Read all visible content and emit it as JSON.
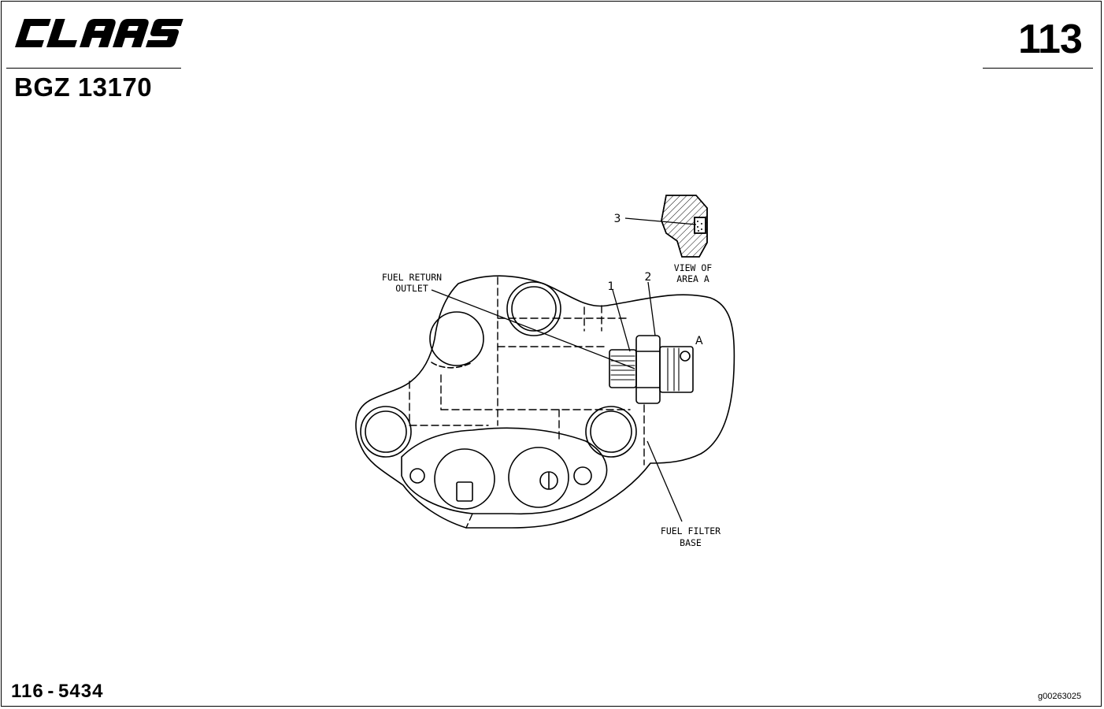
{
  "header": {
    "brand": "CLAAS",
    "model": "BGZ 13170",
    "page_number": "113"
  },
  "footer": {
    "part_number": "116 - 5434",
    "image_id": "g00263025"
  },
  "diagram": {
    "labels": {
      "fuel_return_outlet_line1": "FUEL RETURN",
      "fuel_return_outlet_line2": "OUTLET",
      "fuel_filter_base_line1": "FUEL FILTER",
      "fuel_filter_base_line2": "BASE",
      "view_of_area_line1": "VIEW OF",
      "view_of_area_line2": "AREA A",
      "area_marker": "A"
    },
    "callouts": [
      "1",
      "2",
      "3"
    ]
  }
}
